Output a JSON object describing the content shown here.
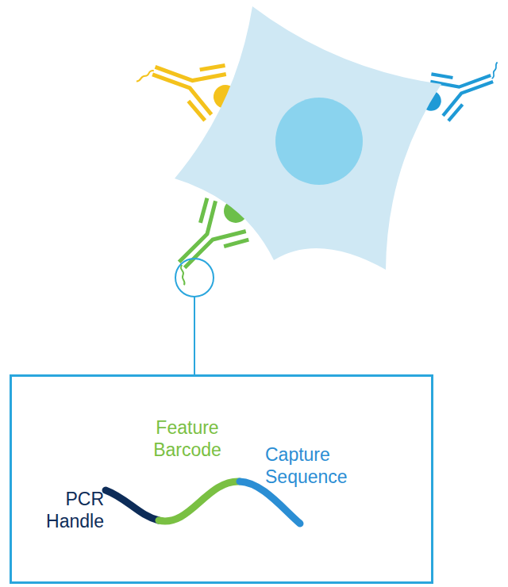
{
  "diagram": {
    "nodes": [
      {
        "text": [
          "Feature Barcode",
          "Capture Sequence",
          "PCR Handle"
        ]
      }
    ]
  }
}
